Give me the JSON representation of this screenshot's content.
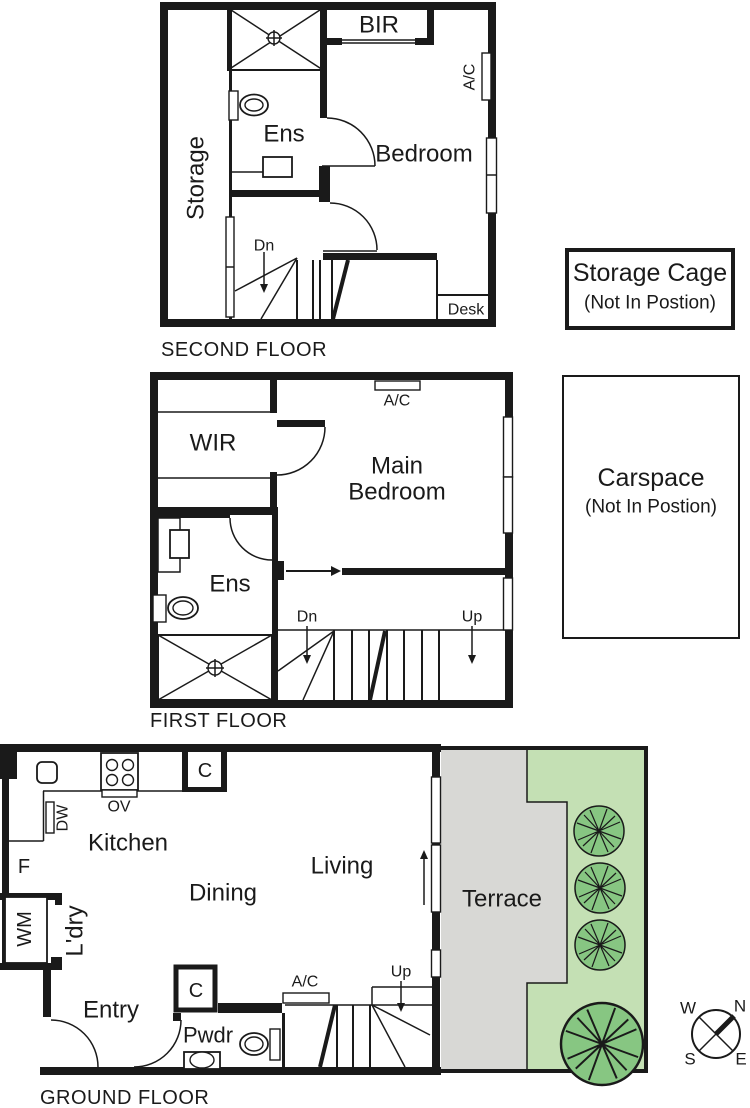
{
  "colors": {
    "ink": "#1a1a1a",
    "paper": "#ffffff",
    "terrace-grey": "#d8d8d5",
    "garden-green": "#c4e0b4",
    "tree-green": "#87c682"
  },
  "second_floor": {
    "label": "SECOND FLOOR",
    "storage": "Storage",
    "ens": "Ens",
    "bedroom": "Bedroom",
    "bir": "BIR",
    "ac": "A/C",
    "dn": "Dn",
    "desk": "Desk"
  },
  "first_floor": {
    "label": "FIRST FLOOR",
    "wir": "WIR",
    "main_bedroom_line1": "Main",
    "main_bedroom_line2": "Bedroom",
    "ens": "Ens",
    "ac": "A/C",
    "dn": "Dn",
    "up": "Up"
  },
  "ground_floor": {
    "label": "GROUND FLOOR",
    "kitchen": "Kitchen",
    "dining": "Dining",
    "living": "Living",
    "terrace": "Terrace",
    "entry": "Entry",
    "ldry": "L'dry",
    "pwdr": "Pwdr",
    "c_kitchen": "C",
    "c_hall": "C",
    "ov": "OV",
    "dw": "DW",
    "f": "F",
    "wm": "WM",
    "ac": "A/C",
    "up": "Up"
  },
  "legend": {
    "storage_cage_line1": "Storage Cage",
    "storage_cage_line2": "(Not In Postion)",
    "carspace_line1": "Carspace",
    "carspace_line2": "(Not In Postion)"
  },
  "compass": {
    "n": "N",
    "e": "E",
    "s": "S",
    "w": "W"
  }
}
